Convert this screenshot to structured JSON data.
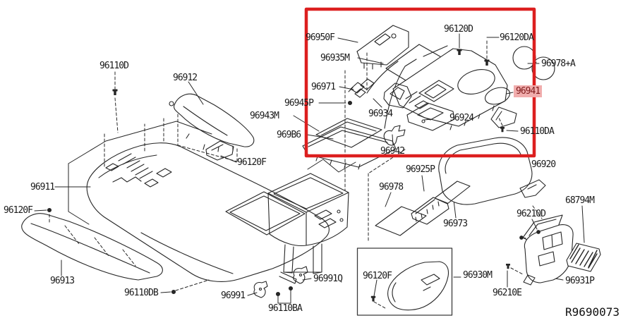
{
  "diagram": {
    "type": "exploded-parts-diagram",
    "ref_code": "R9690073",
    "highlighted_part": "96941",
    "colors": {
      "highlight_region_box": "#dc1f1f",
      "highlight_label_bg": "#f1adad",
      "highlight_label_text": "#7e1a1a",
      "line_art": "#262626",
      "background": "#ffffff"
    },
    "labels": {
      "p96110d": "96110D",
      "p96912": "96912",
      "p96950f": "96950F",
      "p96120d": "96120D",
      "p96120da": "96120DA",
      "p96978a": "96978+A",
      "p96935m": "96935M",
      "p96971": "96971",
      "p96941": "96941",
      "p96945p": "96945P",
      "p96934": "96934",
      "p96943m": "96943M",
      "p96924": "96924",
      "p969b6": "969B6",
      "p96110da": "96110DA",
      "p96942": "96942",
      "p96120f_mid": "96120F",
      "p96920": "96920",
      "p96925p": "96925P",
      "p96911": "96911",
      "p96978": "96978",
      "p96120f_left": "96120F",
      "p96973": "96973",
      "p96210d": "96210D",
      "p68794m": "68794M",
      "p96913": "96913",
      "p96930m": "96930M",
      "p96120f_box": "96120F",
      "p96110db": "96110DB",
      "p96991": "96991",
      "p96991q": "96991Q",
      "p96110ba": "96110BA",
      "p96210e": "96210E",
      "p96931p": "96931P"
    }
  }
}
